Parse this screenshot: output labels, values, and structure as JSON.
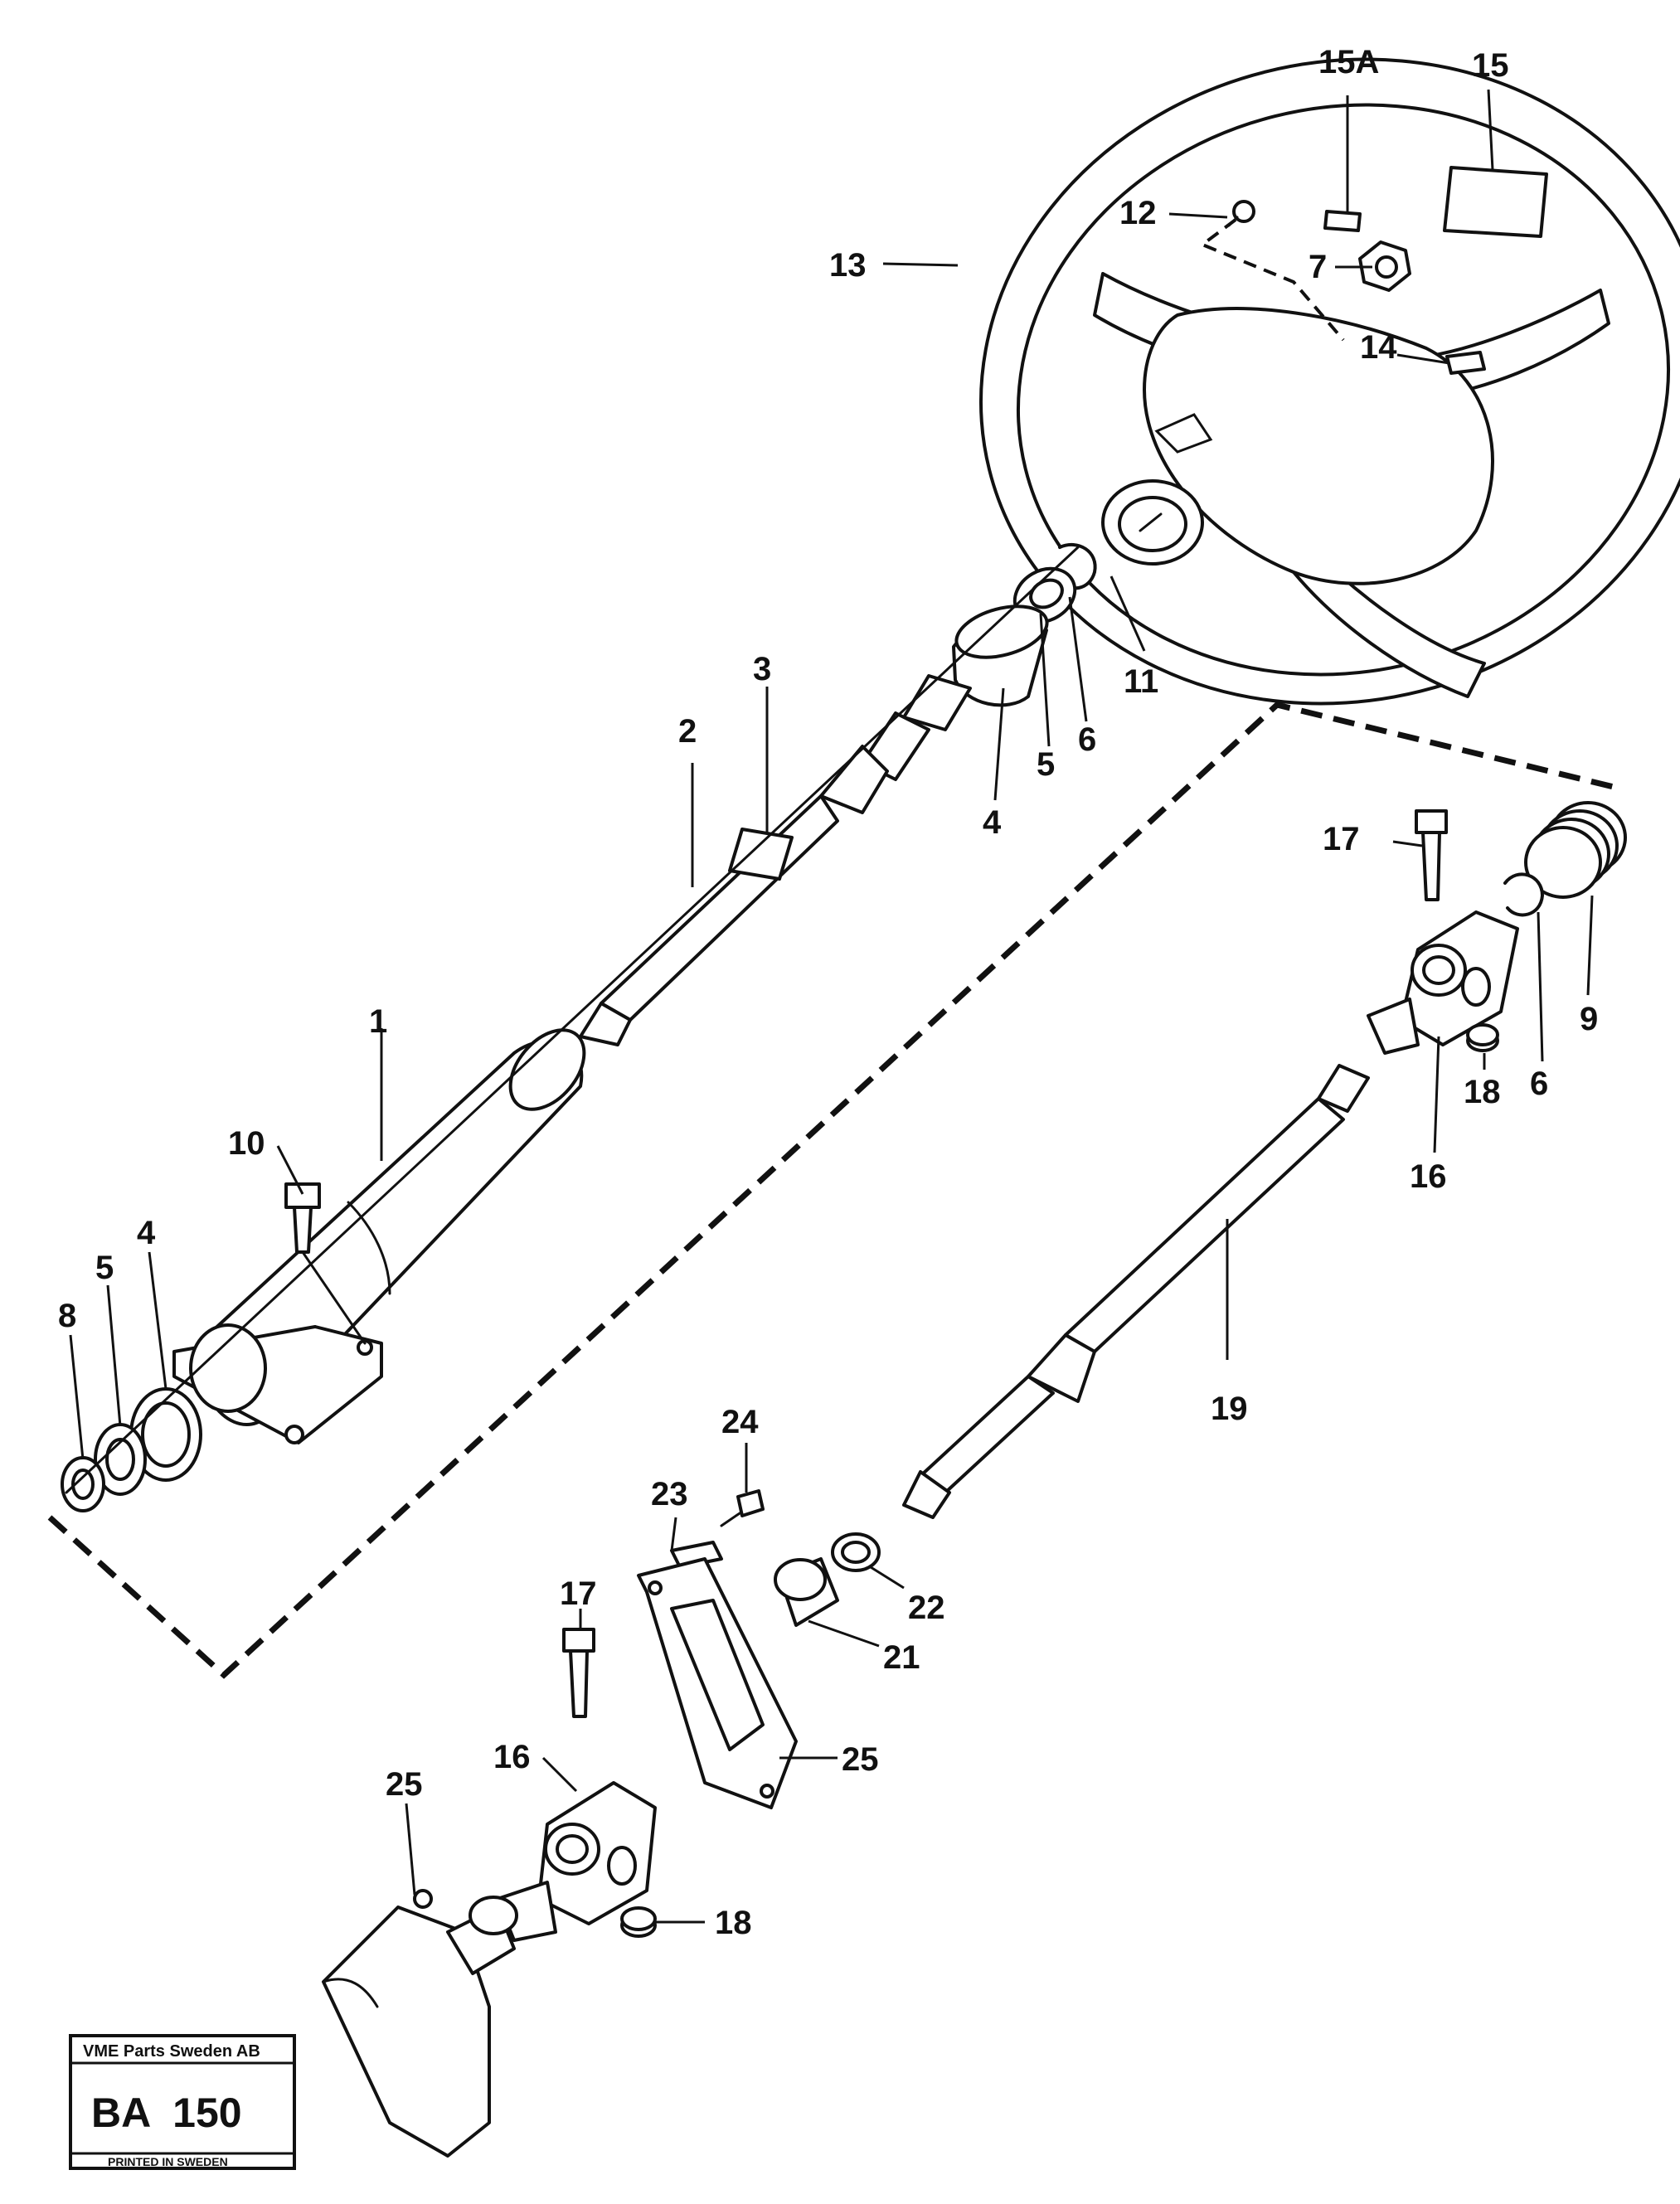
{
  "callouts": {
    "c1": "1",
    "c2": "2",
    "c3": "3",
    "c4a": "4",
    "c4b": "4",
    "c5a": "5",
    "c5b": "5",
    "c6a": "6",
    "c6b": "6",
    "c7": "7",
    "c8": "8",
    "c9": "9",
    "c10": "10",
    "c11": "11",
    "c12": "12",
    "c13": "13",
    "c14": "14",
    "c15": "15",
    "c15a": "15A",
    "c16a": "16",
    "c16b": "16",
    "c17a": "17",
    "c17b": "17",
    "c18a": "18",
    "c18b": "18",
    "c19": "19",
    "c21": "21",
    "c22": "22",
    "c23": "23",
    "c24": "24",
    "c25a": "25",
    "c25b": "25"
  },
  "stamp": {
    "company": "VME Parts Sweden AB",
    "code": "BA  150",
    "footer": "PRINTED IN SWEDEN"
  },
  "colors": {
    "ink": "#111111",
    "paper": "#ffffff"
  }
}
